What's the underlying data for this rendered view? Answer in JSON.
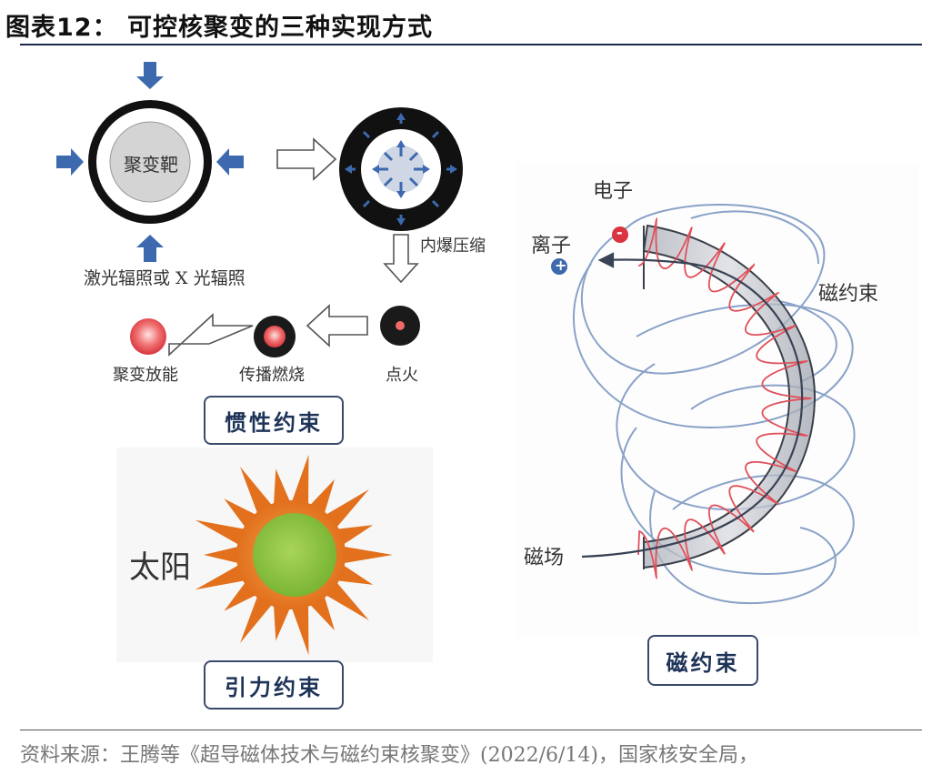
{
  "title": "图表12：  可控核聚变的三种实现方式",
  "inertial": {
    "target_label": "聚变靶",
    "radiation_label": "激光辐照或 X 光辐照",
    "implosion_label": "内爆压缩",
    "ignition_label": "点火",
    "burn_label": "传播燃烧",
    "release_label": "聚变放能",
    "box_label": "惯性约束"
  },
  "gravity": {
    "sun_label": "太阳",
    "box_label": "引力约束"
  },
  "magnetic": {
    "electron_label": "电子",
    "ion_label": "离子",
    "beam_label": "磁约束",
    "field_label": "磁场",
    "box_label": "磁约束",
    "electron_sign": "-",
    "ion_sign": "+"
  },
  "source": "资料来源：王腾等《超导磁体技术与磁约束核聚变》(2022/6/14)，国家核安全局，",
  "colors": {
    "arrow_blue": "#3d6aae",
    "box_navy": "#1e3358",
    "sun_orange": "#e2701d",
    "sun_green": "#8cc43c",
    "helix_red": "#e0505a",
    "orbit_blue": "#7f9bc4",
    "tube_gray": "#b8bcc4"
  }
}
